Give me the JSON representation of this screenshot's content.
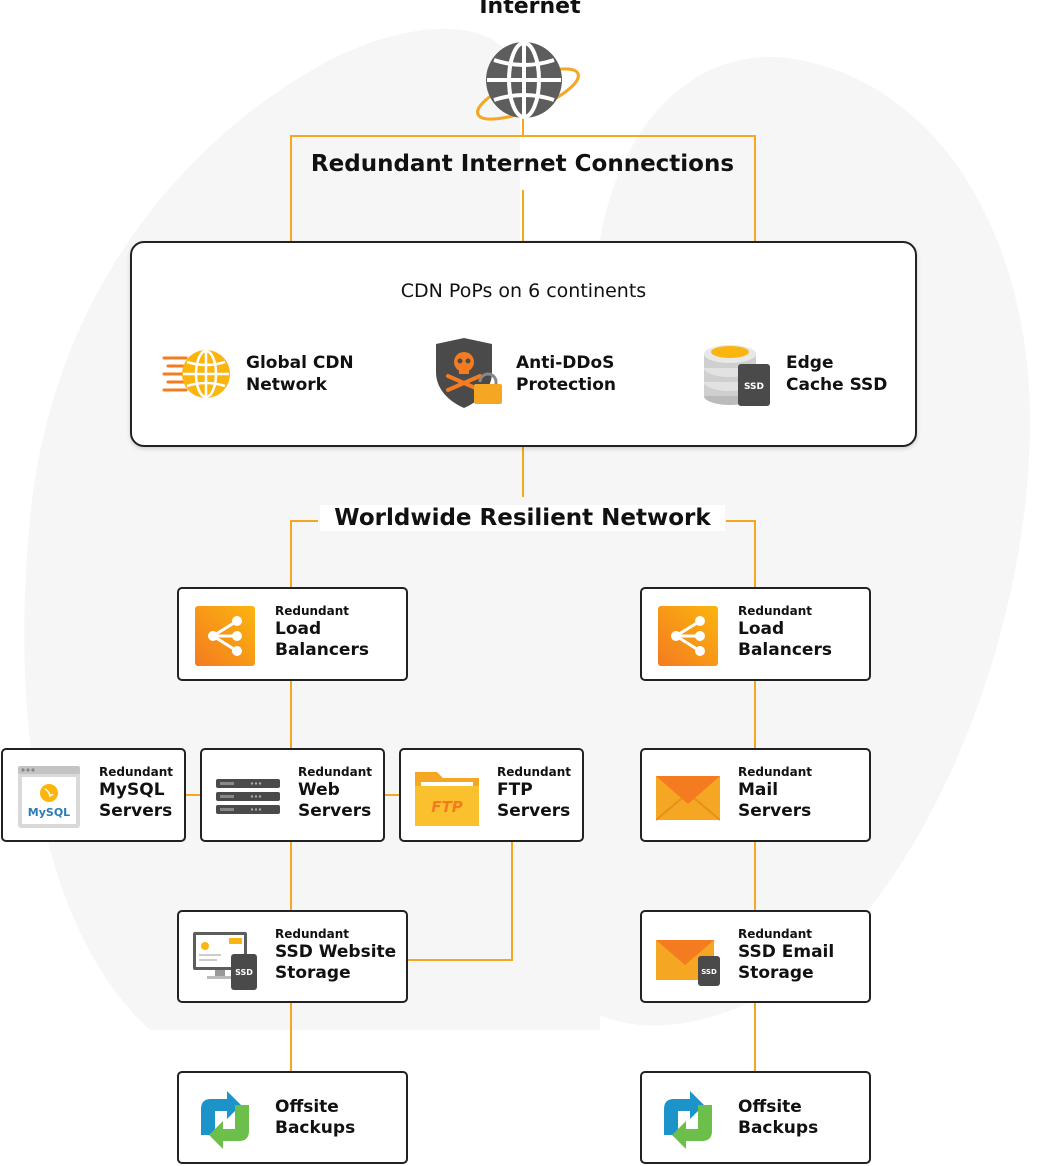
{
  "headings": {
    "internet": "Internet",
    "redundant_connections": "Redundant Internet Connections",
    "worldwide_network": "Worldwide Resilient Network"
  },
  "cdn": {
    "title": "CDN PoPs on 6 continents",
    "features": [
      {
        "line1": "Global CDN",
        "line2": "Network",
        "icon": "globe-speed-icon"
      },
      {
        "line1": "Anti-DDoS",
        "line2": "Protection",
        "icon": "shield-skull-lock-icon"
      },
      {
        "line1": "Edge",
        "line2": "Cache SSD",
        "icon": "ssd-database-icon"
      }
    ]
  },
  "nodes": {
    "lb_left": {
      "small": "Redundant",
      "line1": "Load",
      "line2": "Balancers",
      "icon": "share-icon"
    },
    "lb_right": {
      "small": "Redundant",
      "line1": "Load",
      "line2": "Balancers",
      "icon": "share-icon"
    },
    "mysql": {
      "small": "Redundant",
      "line1": "MySQL",
      "line2": "Servers",
      "icon": "mysql-icon",
      "icon_text": "MySQL"
    },
    "web": {
      "small": "Redundant",
      "line1": "Web",
      "line2": "Servers",
      "icon": "server-rack-icon"
    },
    "ftp": {
      "small": "Redundant",
      "line1": "FTP",
      "line2": "Servers",
      "icon": "ftp-folder-icon",
      "icon_text": "FTP"
    },
    "mail": {
      "small": "Redundant",
      "line1": "Mail",
      "line2": "Servers",
      "icon": "envelope-icon"
    },
    "ssd_web": {
      "small": "Redundant",
      "line1": "SSD Website",
      "line2": "Storage",
      "icon": "monitor-ssd-icon",
      "icon_text": "SSD"
    },
    "ssd_email": {
      "small": "Redundant",
      "line1": "SSD Email",
      "line2": "Storage",
      "icon": "envelope-ssd-icon",
      "icon_text": "SSD"
    },
    "backup_left": {
      "line1": "Offsite",
      "line2": "Backups",
      "icon": "sync-arrows-icon"
    },
    "backup_right": {
      "line1": "Offsite",
      "line2": "Backups",
      "icon": "sync-arrows-icon"
    }
  },
  "colors": {
    "connector": "#f5a623",
    "orange": "#f47b20",
    "yellow": "#fbb50f",
    "gray_icon": "#5d5d5d",
    "border": "#222222",
    "backdrop": "#f6f6f6"
  }
}
